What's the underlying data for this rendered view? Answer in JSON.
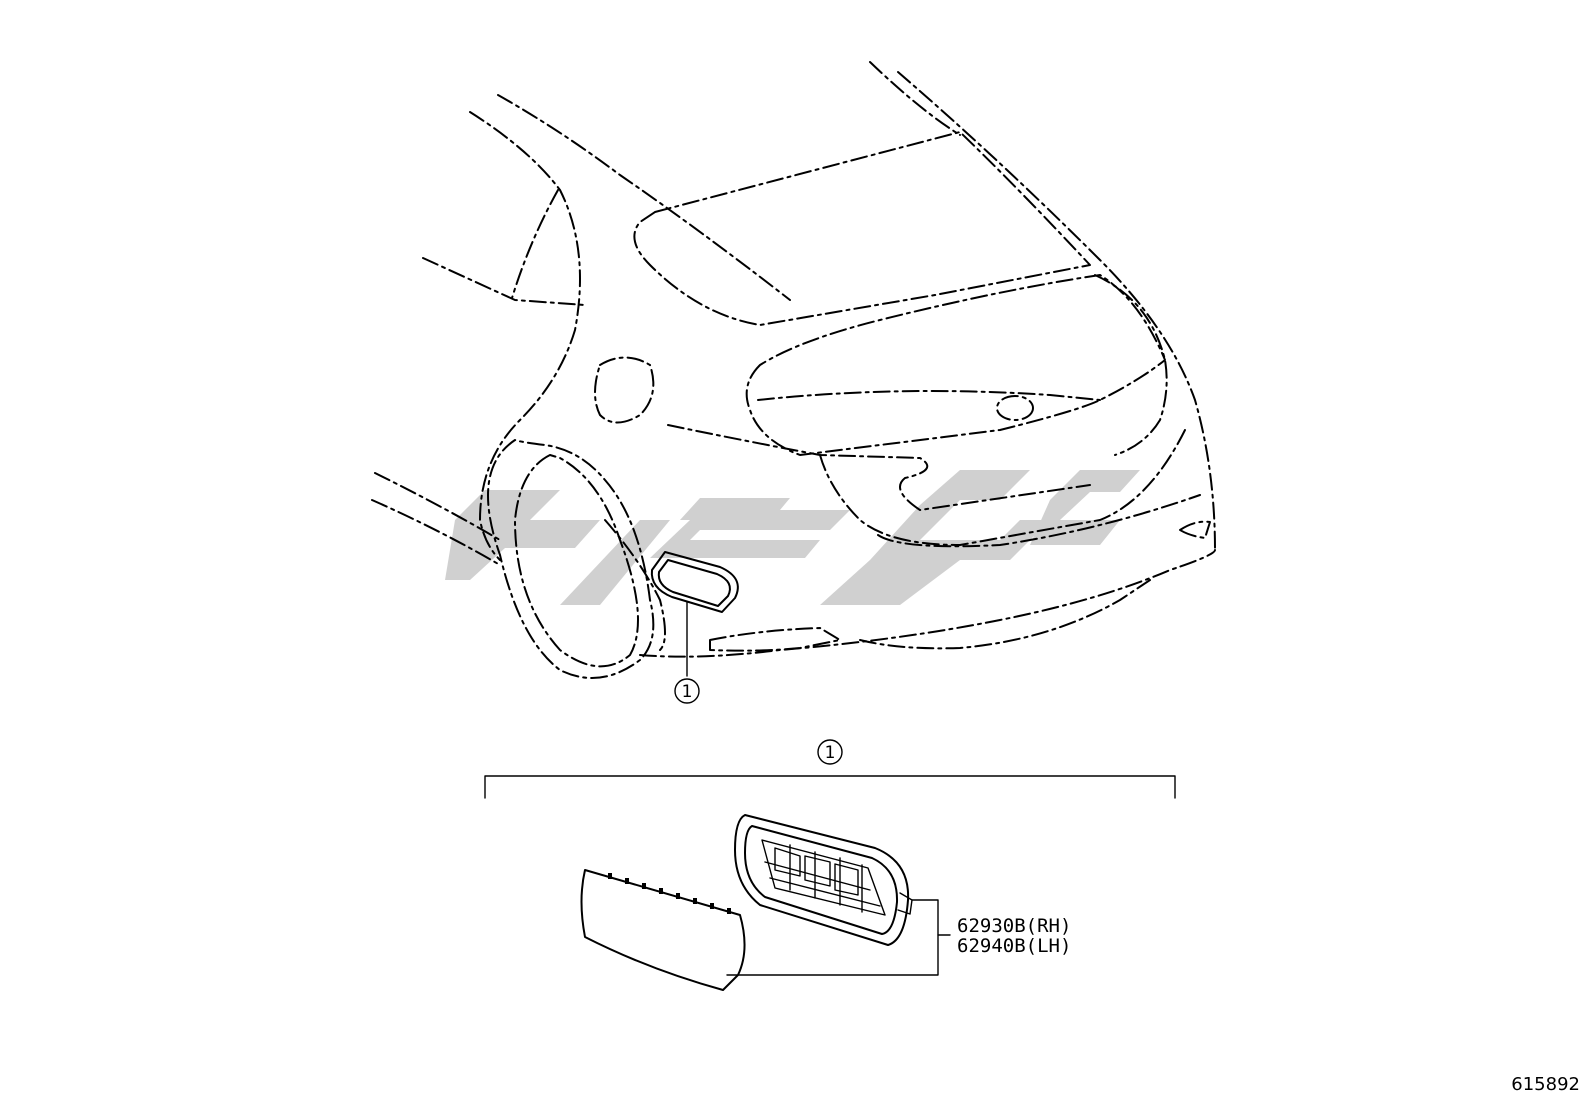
{
  "callouts": {
    "item_number": "1"
  },
  "parts": [
    {
      "part_number": "62930B(RH)"
    },
    {
      "part_number": "62940B(LH)"
    }
  ],
  "diagram_id": "615892",
  "watermark": {
    "color": "#c8c8c8"
  }
}
